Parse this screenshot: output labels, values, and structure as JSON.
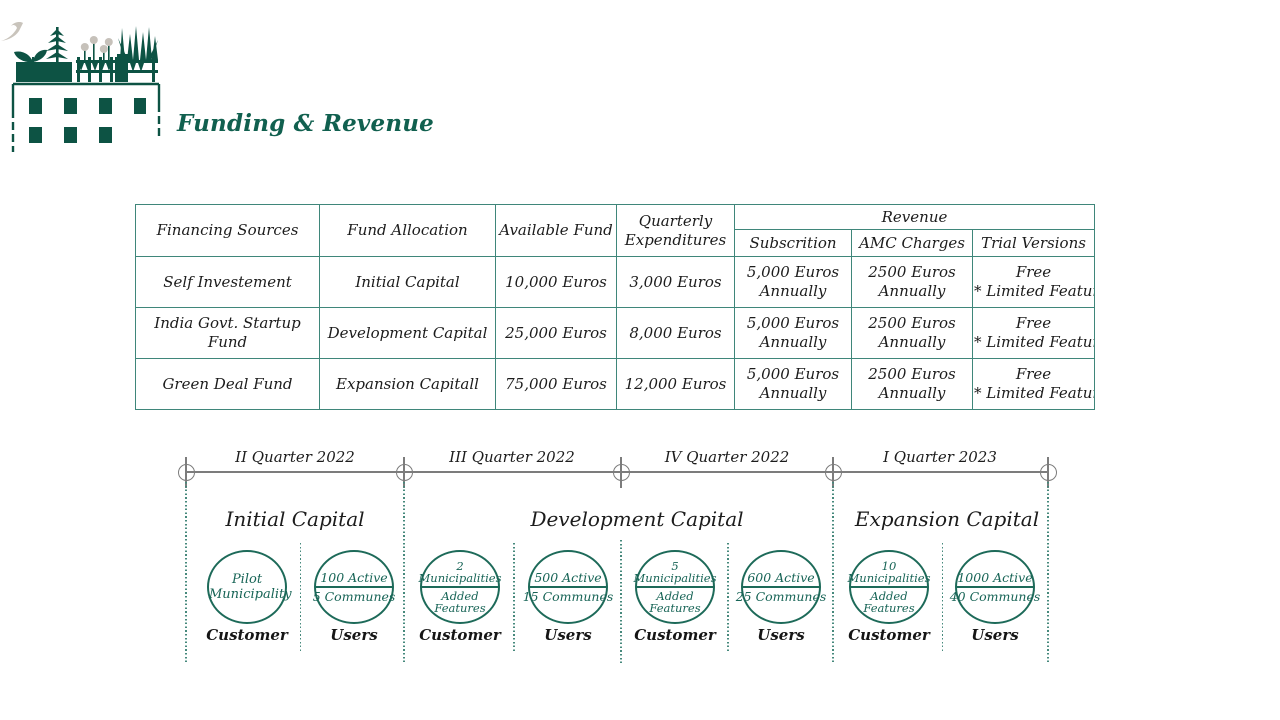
{
  "header": {
    "title": "Funding & Revenue"
  },
  "icons": {
    "bird": "bird-icon",
    "logo": "green-roof-building-icon"
  },
  "colors": {
    "brand_green": "#0d5344",
    "title_green": "#11604f",
    "table_border_teal": "#3f867a",
    "circle_green": "#1d6a59",
    "timeline_gray": "#7c7c7c",
    "bird_gray": "#c9c4bc"
  },
  "table": {
    "col_financing": "Financing Sources",
    "col_allocation": "Fund Allocation",
    "col_available": "Available Fund",
    "col_expenditures_l1": "Quarterly",
    "col_expenditures_l2": "Expenditures",
    "revenue_group": "Revenue",
    "col_subscription": "Subscrition",
    "col_amc": "AMC Charges",
    "col_trial": "Trial Versions",
    "rows": [
      {
        "source": "Self Investement",
        "allocation": "Initial Capital",
        "available": "10,000 Euros",
        "expenditures": "3,000 Euros",
        "subscription_l1": "5,000 Euros",
        "subscription_l2": "Annually",
        "amc_l1": "2500 Euros",
        "amc_l2": "Annually",
        "trial_l1": "Free",
        "trial_l2": "* Limited Features"
      },
      {
        "source": "India Govt. Startup Fund",
        "allocation": "Development Capital",
        "available": "25,000 Euros",
        "expenditures": "8,000 Euros",
        "subscription_l1": "5,000 Euros",
        "subscription_l2": "Annually",
        "amc_l1": "2500 Euros",
        "amc_l2": "Annually",
        "trial_l1": "Free",
        "trial_l2": "* Limited Features"
      },
      {
        "source": "Green Deal Fund",
        "allocation": "Expansion Capitall",
        "available": "75,000 Euros",
        "expenditures": "12,000 Euros",
        "subscription_l1": "5,000 Euros",
        "subscription_l2": "Annually",
        "amc_l1": "2500 Euros",
        "amc_l2": "Annually",
        "trial_l1": "Free",
        "trial_l2": "* Limited Features"
      }
    ]
  },
  "timeline": {
    "quarters": [
      "II Quarter 2022",
      "III Quarter 2022",
      "IV Quarter 2022",
      "I Quarter 2023"
    ],
    "phases": [
      "Initial Capital",
      "Development Capital",
      "Expansion Capital"
    ],
    "circles": [
      {
        "line1": "Pilot",
        "line2": "Municipality",
        "label": "Customer"
      },
      {
        "top1": "100 Active",
        "bottom1": "5 Communes",
        "label": "Users"
      },
      {
        "top1": "2",
        "top2": "Municipalities",
        "bottom1": "Added",
        "bottom2": "Features",
        "label": "Customer"
      },
      {
        "top1": "500 Active",
        "bottom1": "15 Communes",
        "label": "Users"
      },
      {
        "top1": "5",
        "top2": "Municipalities",
        "bottom1": "Added",
        "bottom2": "Features",
        "label": "Customer"
      },
      {
        "top1": "600 Active",
        "bottom1": "25 Communes",
        "label": "Users"
      },
      {
        "top1": "10",
        "top2": "Municipalities",
        "bottom1": "Added",
        "bottom2": "Features",
        "label": "Customer"
      },
      {
        "top1": "1000 Active",
        "bottom1": "40 Communes",
        "label": "Users"
      }
    ]
  }
}
